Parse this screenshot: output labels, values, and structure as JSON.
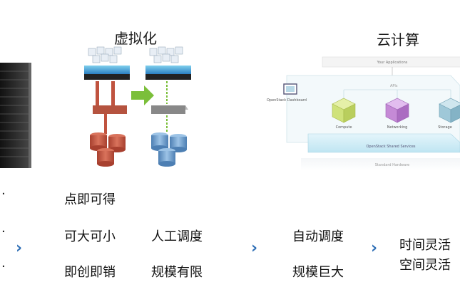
{
  "sections": {
    "virtualization": {
      "title": "虚拟化"
    },
    "cloud": {
      "title": "云计算"
    }
  },
  "openstack": {
    "your_applications": "Your Applications",
    "apis": "APIs",
    "dashboard": "OpenStack Dashboard",
    "compute": "Compute",
    "networking": "Networking",
    "storage": "Storage",
    "shared_services": "OpenStack Shared Services",
    "standard_hardware": "Standard Hardware"
  },
  "features": {
    "left_partial": [
      "·",
      "·",
      "·"
    ],
    "virt_col1": [
      "点即可得",
      "可大可小",
      "即创即销"
    ],
    "virt_col2": [
      "人工调度",
      "规模有限"
    ],
    "cloud_col": [
      "自动调度",
      "规模巨大"
    ],
    "right_partial": [
      "时间灵活",
      "空间灵活"
    ]
  },
  "chevrons": [
    "›",
    "›",
    "›"
  ],
  "colors": {
    "accent": "#2f6fb6",
    "compute": "#cfe27a",
    "networking": "#c58ad6",
    "storage": "#9fc8d8",
    "arrow_green": "#7bbf3a",
    "red_db": "#c0533f",
    "blue_db": "#6a9ccc"
  },
  "icons": [
    "server-rack-icon",
    "vm-stack-icon",
    "arrow-right-icon",
    "database-icon",
    "cube-icon",
    "monitor-icon"
  ]
}
